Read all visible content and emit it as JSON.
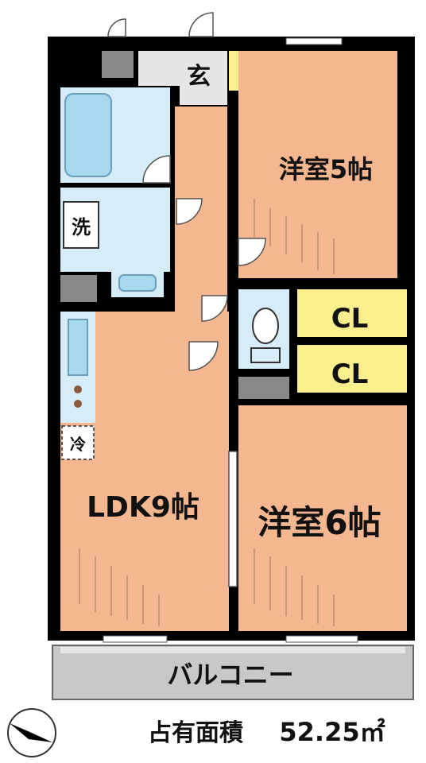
{
  "rooms": {
    "entrance": "玄",
    "western_room_1": "洋室5帖",
    "closet_1": "CL",
    "closet_2": "CL",
    "laundry": "洗",
    "fridge": "冷",
    "ldk": "LDK9帖",
    "western_room_2": "洋室6帖",
    "balcony": "バルコニー"
  },
  "footer": {
    "area_label": "占有面積",
    "area_value": "52.25㎡"
  },
  "colors": {
    "room_floor": "#f4b78f",
    "wet_area": "#d6ecf8",
    "fixture": "#a6d8f0",
    "closet": "#fbee8c",
    "balcony": "#c8c8c8",
    "wall": "#000000"
  }
}
